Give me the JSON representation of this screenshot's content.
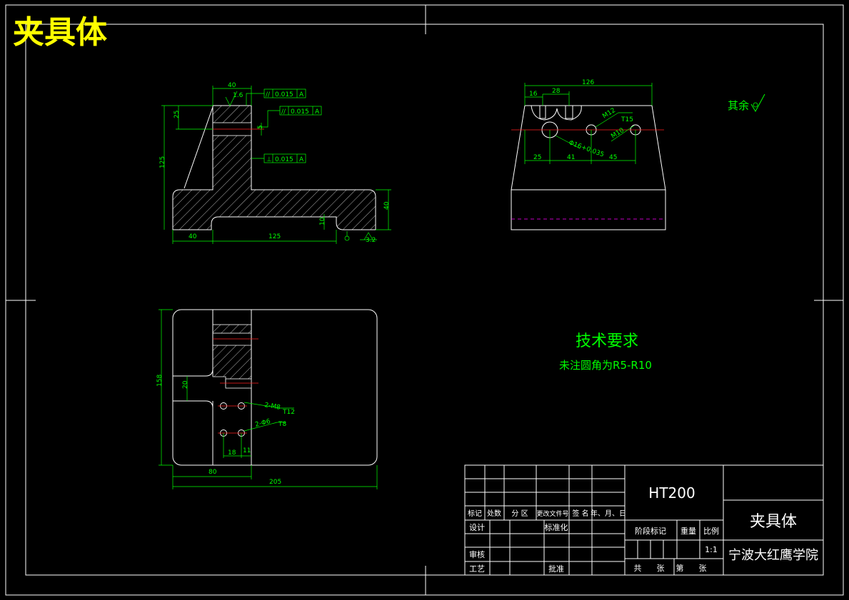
{
  "header": {
    "title": "夹具体"
  },
  "notes": {
    "surface_rest": "其余",
    "tech_title": "技术要求",
    "tech_line": "未注圆角为R5-R10"
  },
  "front_view": {
    "dims": {
      "top_width": "40",
      "height_25": "25",
      "height_125": "125",
      "base_left": "40",
      "base_length": "125",
      "base_height": "40",
      "slot_depth": "10",
      "gap_5": "5",
      "roughness_top": "1.6",
      "roughness_bottom": "3.2"
    },
    "tolerances": [
      {
        "symbol": "//",
        "value": "0.015",
        "datum": "A"
      },
      {
        "symbol": "//",
        "value": "0.015",
        "datum": "A"
      },
      {
        "symbol": "⊥",
        "value": "0.015",
        "datum": "A"
      }
    ]
  },
  "side_view": {
    "dims": {
      "overall": "126",
      "d16": "16",
      "d28": "28",
      "m12": "M12",
      "t15": "T15",
      "m10": "M10",
      "bore": "Φ16+0.035",
      "d25": "25",
      "d41": "41",
      "d45": "45"
    }
  },
  "top_view": {
    "dims": {
      "height": "158",
      "d20": "20",
      "holes_thread": "2-M8",
      "t12": "T12",
      "holes_pin": "2-Φ6",
      "t8": "T8",
      "d18": "18",
      "d11": "11",
      "d80": "80",
      "width": "205"
    }
  },
  "title_block": {
    "material": "HT200",
    "part_name": "夹具体",
    "school": "宁波大红鹰学院",
    "scale": "1:1",
    "col_labels": [
      "标记",
      "处数",
      "分 区",
      "更改文件号",
      "签 名",
      "年、月、日"
    ],
    "design": "设计",
    "standard": "标准化",
    "review": "审核",
    "process": "工艺",
    "approve": "批准",
    "stage_mark": "阶段标记",
    "weight": "重量",
    "ratio": "比例",
    "total_sheets": "共",
    "sheets": "张",
    "sheet_no": "第",
    "sheet_unit": "张"
  }
}
